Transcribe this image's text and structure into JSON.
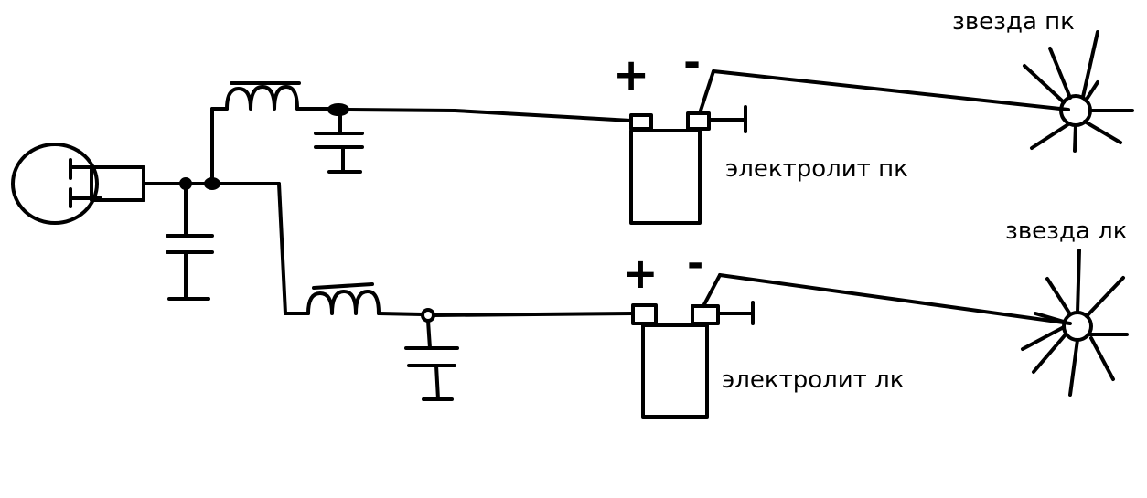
{
  "labels": {
    "electrolyte_top": "электролит пк",
    "electrolyte_bottom": "электролит лк",
    "star_top": "звезда пк",
    "star_bottom": "звезда лк"
  },
  "polarity": {
    "plus": "+",
    "minus": "-"
  },
  "colors": {
    "stroke": "#000000",
    "background": "#ffffff"
  }
}
